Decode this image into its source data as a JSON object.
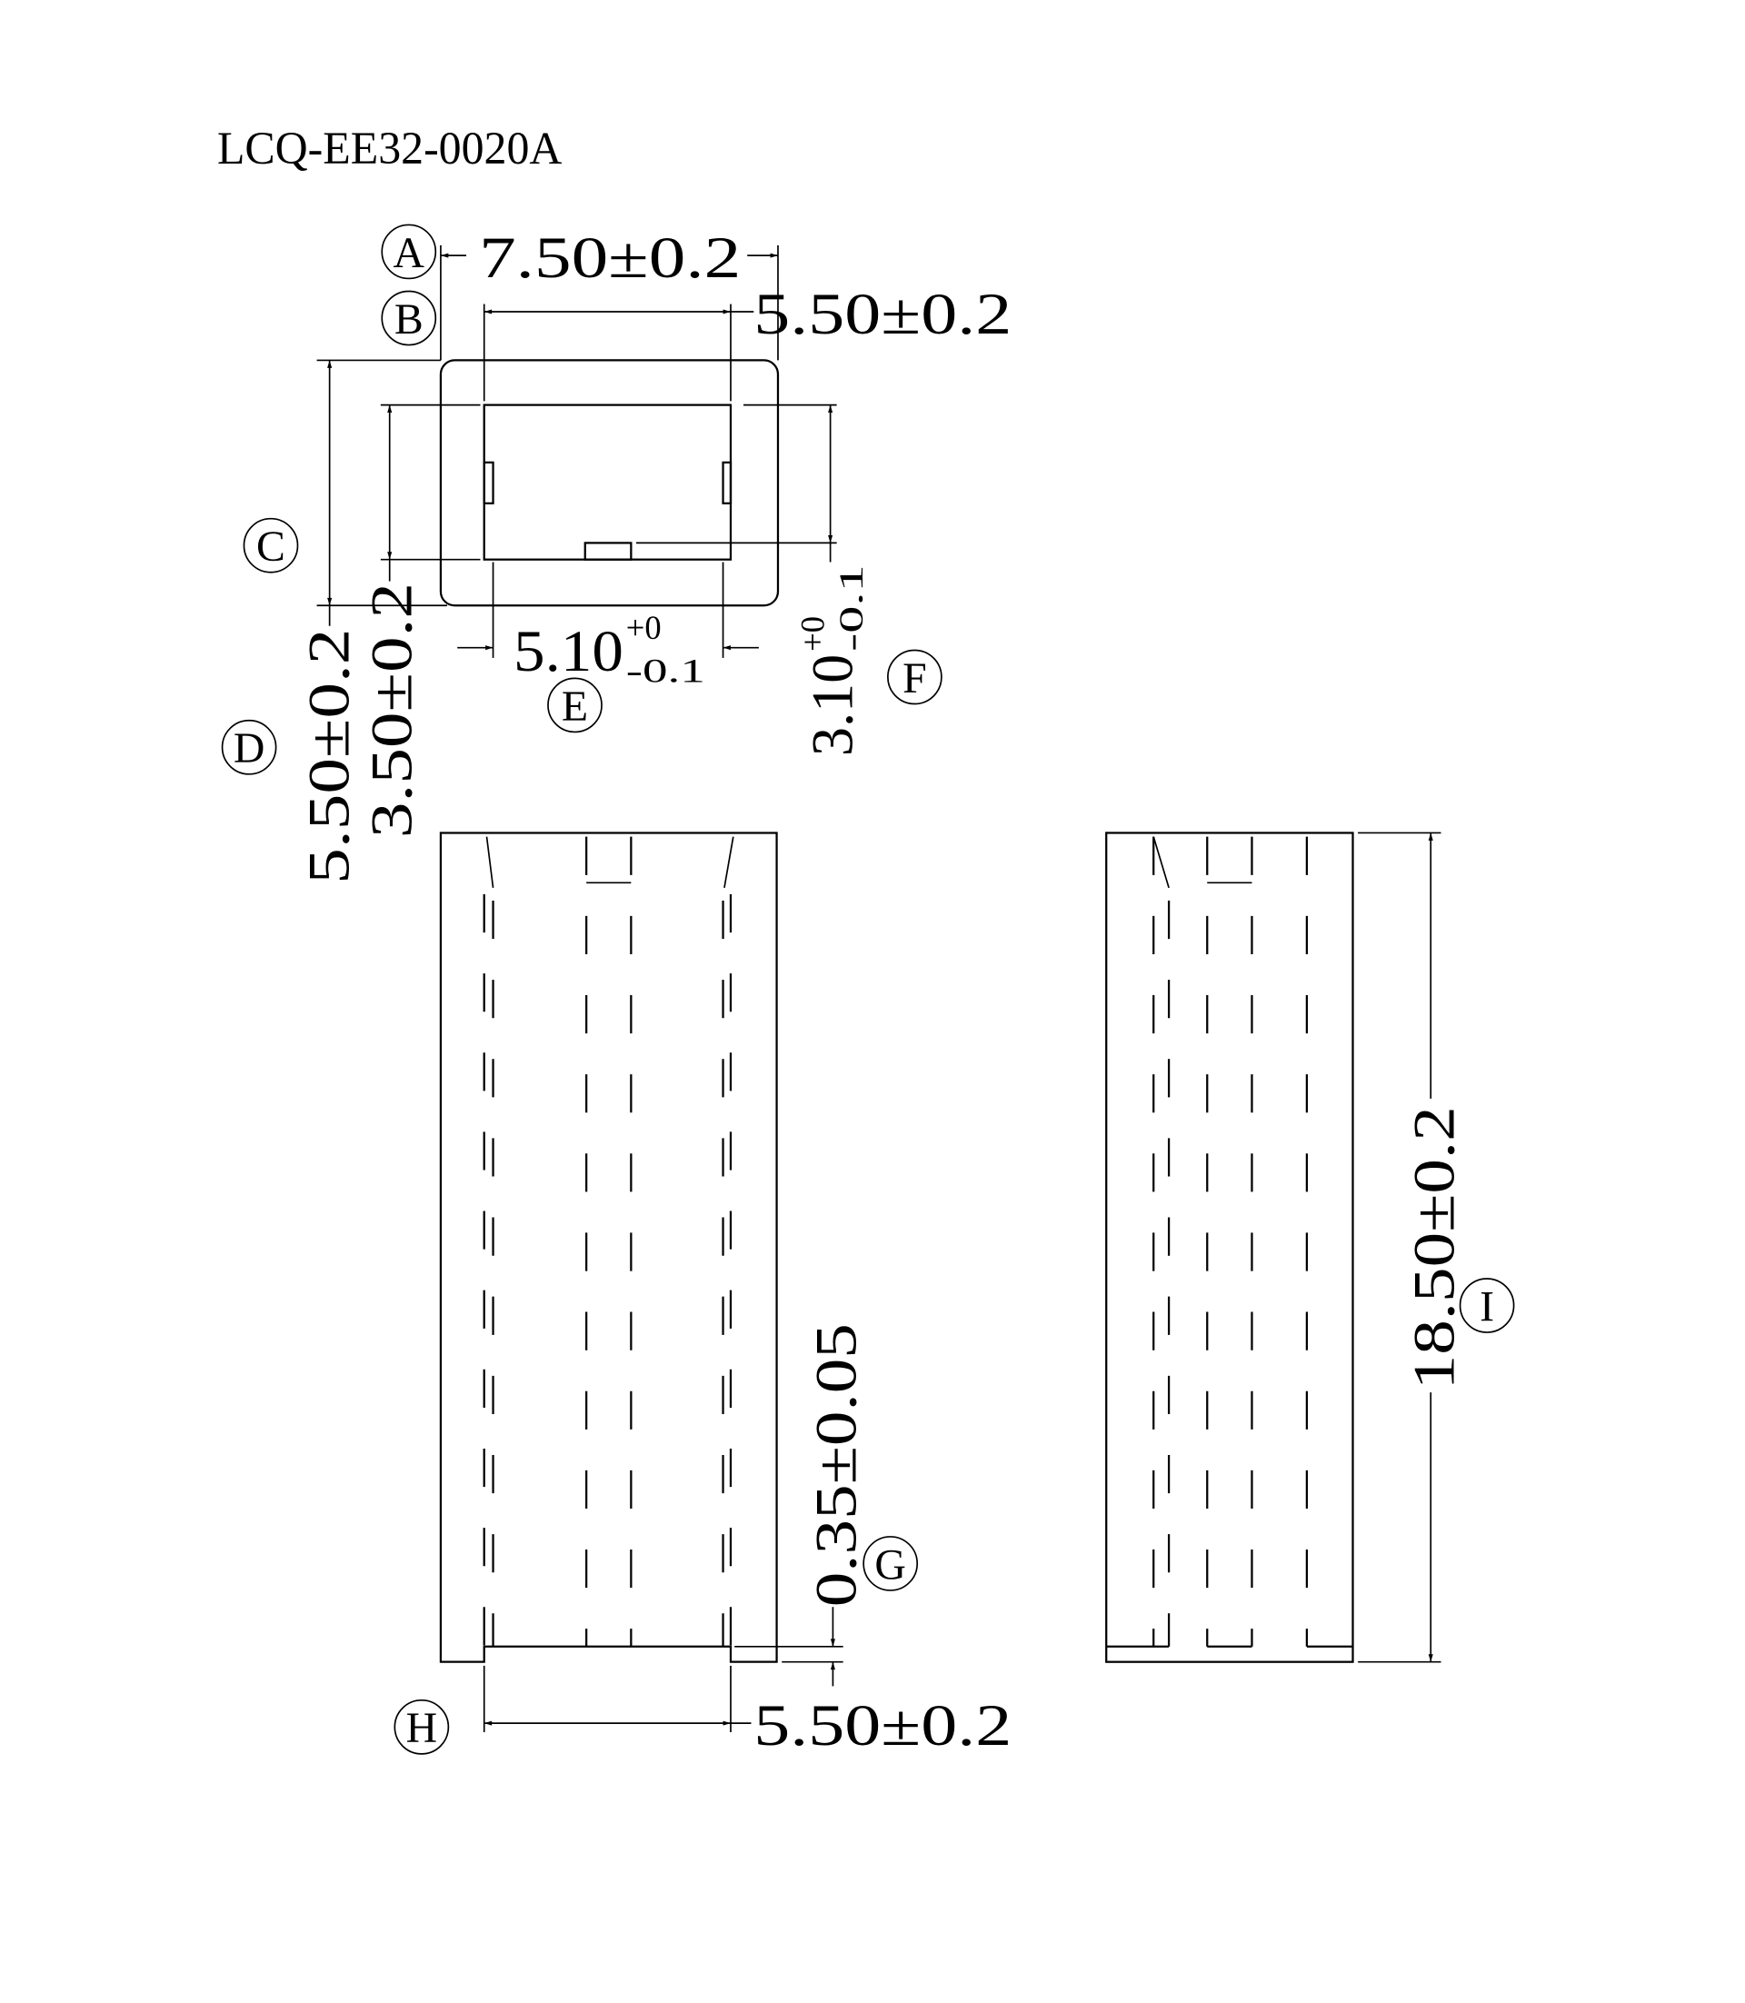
{
  "title": "LCQ-EE32-0020A",
  "labels": {
    "A": "A",
    "B": "B",
    "C": "C",
    "D": "D",
    "E": "E",
    "F": "F",
    "G": "G",
    "H": "H",
    "I": "I"
  },
  "dimensions": {
    "A": "7.50±0.2",
    "B": "5.50±0.2",
    "C": "5.50±0.2",
    "D": "3.50±0.2",
    "E": {
      "base": "5.10",
      "upper": "+0",
      "lower": "-0.1"
    },
    "F": {
      "base": "3.10",
      "upper": "+0",
      "lower": "-0.1"
    },
    "G": "0.35±0.05",
    "H": "5.50±0.2",
    "I": "18.50±0.2"
  }
}
